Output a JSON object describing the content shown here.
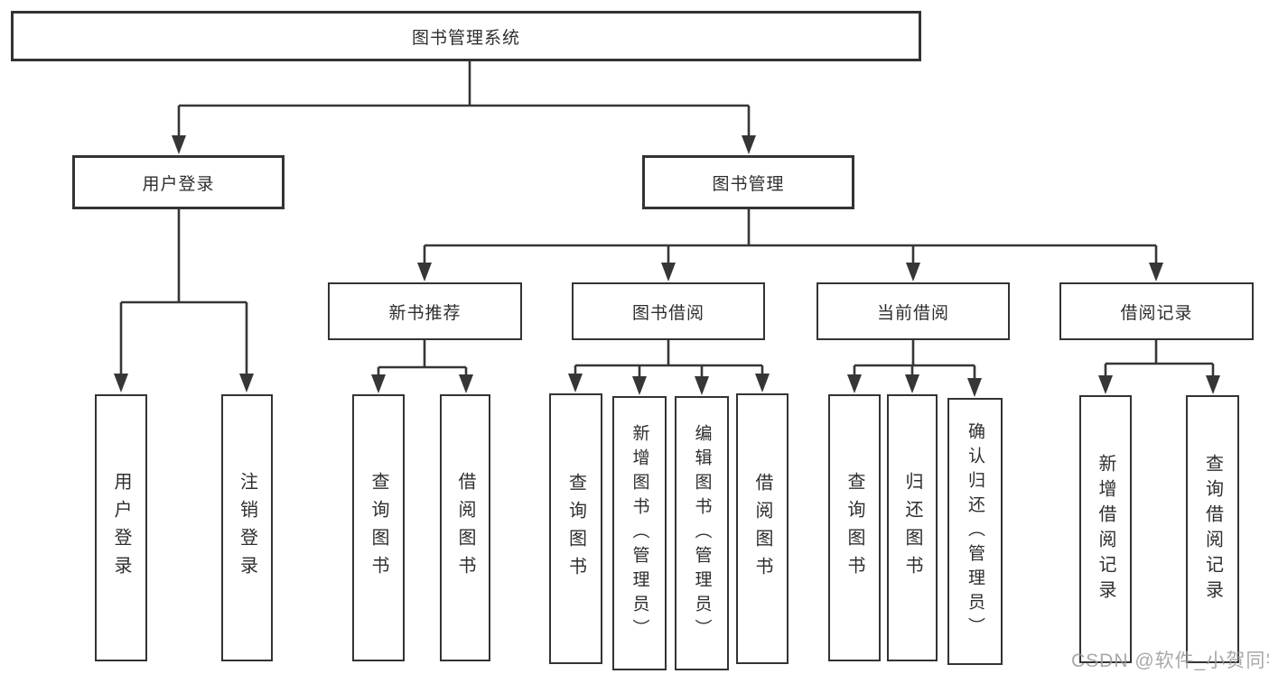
{
  "diagram": {
    "type": "tree-diagram",
    "colors": {
      "line": "#363636",
      "box_border": "#333333",
      "box_fill": "#ffffff",
      "text": "#2e2e2e",
      "watermark": "#9a9a9a"
    },
    "watermark": "CSDN @软件_小贺同学",
    "nodes": {
      "root": "图书管理系统",
      "user_login": "用户登录",
      "book_mgmt": "图书管理",
      "new_book_rec": "新书推荐",
      "book_borrow": "图书借阅",
      "current_borrow": "当前借阅",
      "borrow_records": "借阅记录",
      "ul_login": "用户登录",
      "ul_logout": "注销登录",
      "nbr_query": "查询图书",
      "nbr_borrow": "借阅图书",
      "bb_query": "查询图书",
      "bb_add": "新增图书（管理员）",
      "bb_edit": "编辑图书（管理员）",
      "bb_borrow": "借阅图书",
      "cb_query": "查询图书",
      "cb_return": "归还图书",
      "cb_confirm": "确认归还（管理员）",
      "br_add": "新增借阅记录",
      "br_query": "查询借阅记录"
    },
    "hierarchy": {
      "图书管理系统": {
        "用户登录": [
          "用户登录",
          "注销登录"
        ],
        "图书管理": {
          "新书推荐": [
            "查询图书",
            "借阅图书"
          ],
          "图书借阅": [
            "查询图书",
            "新增图书（管理员）",
            "编辑图书（管理员）",
            "借阅图书"
          ],
          "当前借阅": [
            "查询图书",
            "归还图书",
            "确认归还（管理员）"
          ],
          "借阅记录": [
            "新增借阅记录",
            "查询借阅记录"
          ]
        }
      }
    }
  }
}
